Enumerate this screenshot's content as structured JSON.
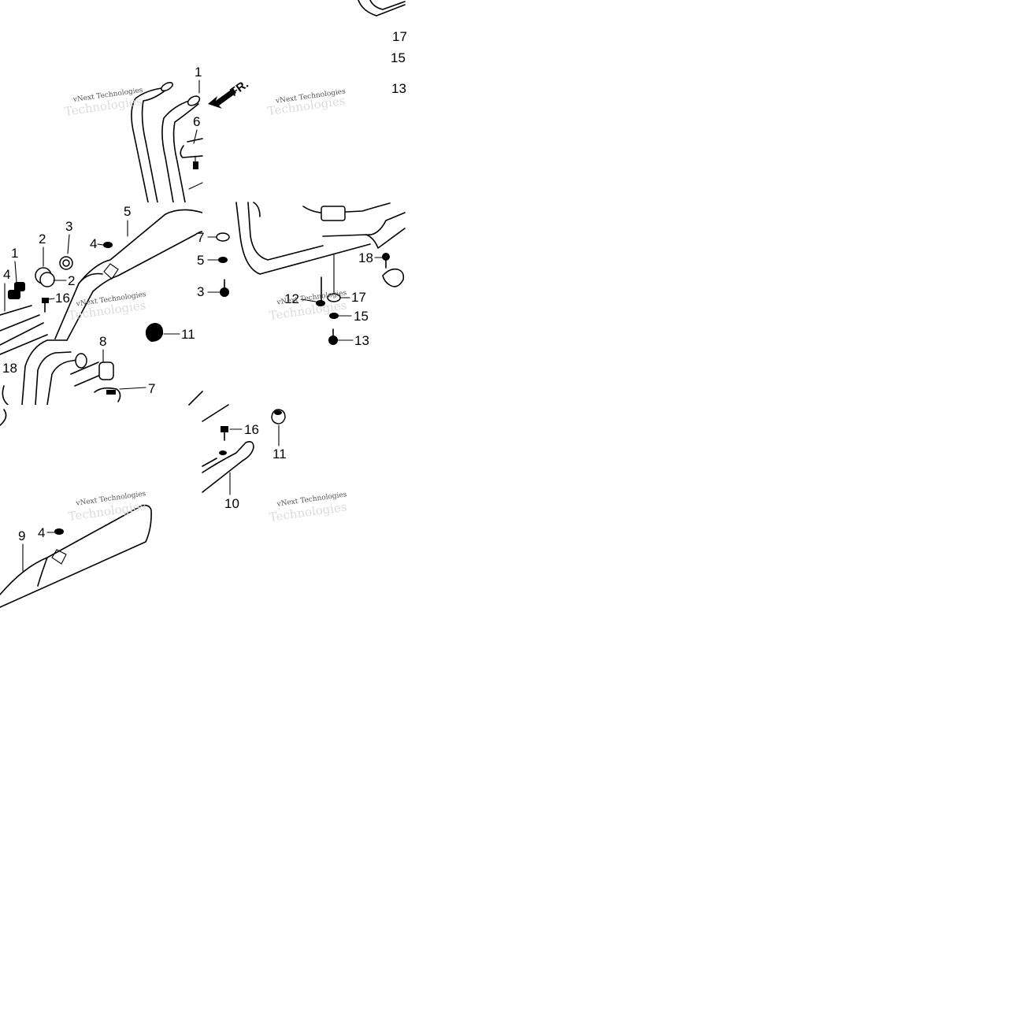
{
  "watermark": {
    "line1": "vNext Technologies",
    "line2": "Technologies"
  },
  "direction_label": "FR.",
  "callouts": {
    "tile_top_mid": [
      "1",
      "6"
    ],
    "tile_top_right": [
      "17",
      "15",
      "13"
    ],
    "tile_mid_left": [
      "5",
      "3",
      "2",
      "4",
      "1",
      "4",
      "2",
      "16",
      "8",
      "11",
      "7",
      "18"
    ],
    "tile_mid_mid": [
      "7",
      "5",
      "3",
      "18",
      "12",
      "17",
      "15",
      "13"
    ],
    "tile_bot_left": [
      "9",
      "4"
    ],
    "tile_bot_mid": [
      "16",
      "11",
      "10"
    ]
  },
  "colors": {
    "background": "#ffffff",
    "line": "#000000",
    "watermark": "#555555"
  }
}
